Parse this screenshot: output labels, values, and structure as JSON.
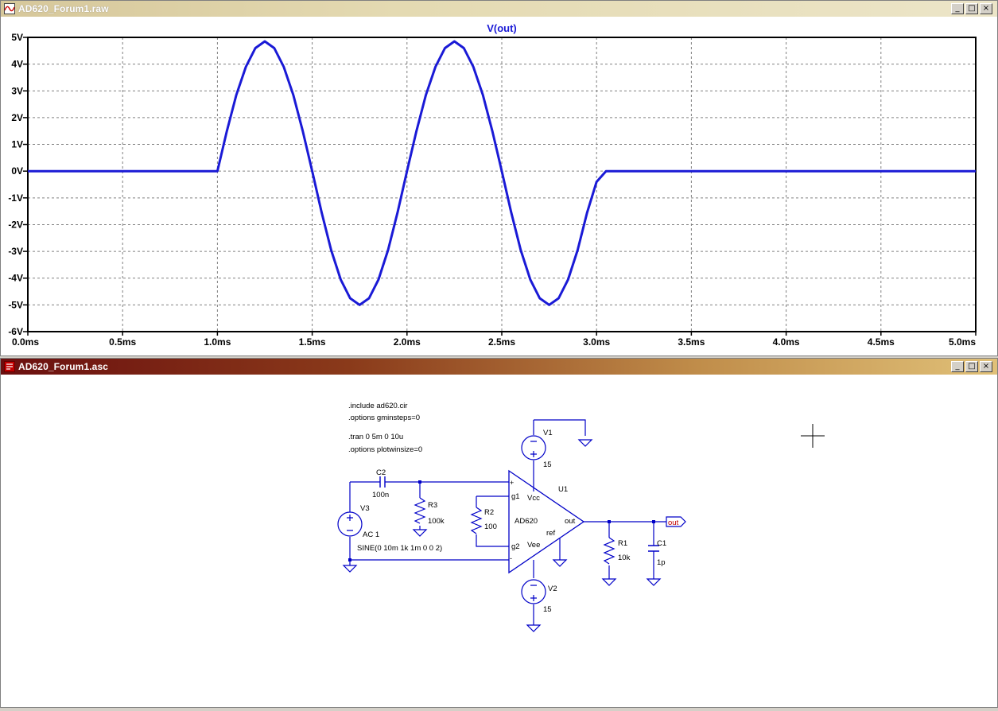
{
  "plot_window": {
    "title": "AD620_Forum1.raw",
    "icon": "waveform-icon",
    "buttons": {
      "minimize": "_",
      "maximize": "□",
      "close": "×"
    }
  },
  "schematic_window": {
    "title": "AD620_Forum1.asc",
    "icon": "schematic-icon",
    "buttons": {
      "minimize": "_",
      "maximize": "□",
      "close": "×"
    }
  },
  "colors": {
    "trace": "#1a1ad6",
    "wire": "#0000c8",
    "grid": "#808080",
    "net_label": "#c00000"
  },
  "chart_data": {
    "type": "line",
    "title": "V(out)",
    "xlim": [
      0,
      5
    ],
    "ylim": [
      -6,
      5
    ],
    "x_ticks": [
      "0.0ms",
      "0.5ms",
      "1.0ms",
      "1.5ms",
      "2.0ms",
      "2.5ms",
      "3.0ms",
      "3.5ms",
      "4.0ms",
      "4.5ms",
      "5.0ms"
    ],
    "y_ticks": [
      "5V",
      "4V",
      "3V",
      "2V",
      "1V",
      "0V",
      "-1V",
      "-2V",
      "-3V",
      "-4V",
      "-5V",
      "-6V"
    ],
    "grid": true,
    "series": [
      {
        "name": "V(out)",
        "x_unit": "ms",
        "x": [
          0,
          1.0,
          1.05,
          1.1,
          1.15,
          1.2,
          1.25,
          1.3,
          1.35,
          1.4,
          1.45,
          1.5,
          1.55,
          1.6,
          1.65,
          1.7,
          1.75,
          1.8,
          1.85,
          1.9,
          1.95,
          2.0,
          2.05,
          2.1,
          2.15,
          2.2,
          2.25,
          2.3,
          2.35,
          2.4,
          2.45,
          2.5,
          2.55,
          2.6,
          2.65,
          2.7,
          2.75,
          2.8,
          2.85,
          2.9,
          2.95,
          3.0,
          3.05,
          5.0
        ],
        "y": [
          0,
          0,
          1.5,
          2.85,
          3.9,
          4.6,
          4.85,
          4.6,
          3.9,
          2.85,
          1.5,
          0,
          -1.55,
          -2.95,
          -4.05,
          -4.75,
          -5.0,
          -4.75,
          -4.05,
          -2.95,
          -1.55,
          0,
          1.5,
          2.85,
          3.9,
          4.6,
          4.85,
          4.6,
          3.9,
          2.85,
          1.5,
          0,
          -1.55,
          -2.95,
          -4.05,
          -4.75,
          -5.0,
          -4.75,
          -4.05,
          -2.95,
          -1.55,
          -0.4,
          0,
          0
        ]
      }
    ]
  },
  "schematic": {
    "directives": [
      ".include ad620.cir",
      ".options gminsteps=0",
      ".tran 0 5m 0 10u",
      ".options plotwinsize=0"
    ],
    "c2": {
      "name": "C2",
      "value": "100n"
    },
    "r3": {
      "name": "R3",
      "value": "100k"
    },
    "r2": {
      "name": "R2",
      "value": "100"
    },
    "v3": {
      "name": "V3",
      "ac": "AC 1",
      "source": "SINE(0 10m 1k 1m 0 0 2)"
    },
    "v1": {
      "name": "V1",
      "value": "15"
    },
    "v2": {
      "name": "V2",
      "value": "15"
    },
    "u1": {
      "name": "U1",
      "part": "AD620",
      "pins": {
        "plus": "+",
        "minus": "-",
        "g1": "g1",
        "g2": "g2",
        "vcc": "Vcc",
        "vee": "Vee",
        "ref": "ref",
        "out": "out"
      }
    },
    "r1": {
      "name": "R1",
      "value": "10k"
    },
    "c1": {
      "name": "C1",
      "value": "1p"
    },
    "net_label": "out"
  }
}
